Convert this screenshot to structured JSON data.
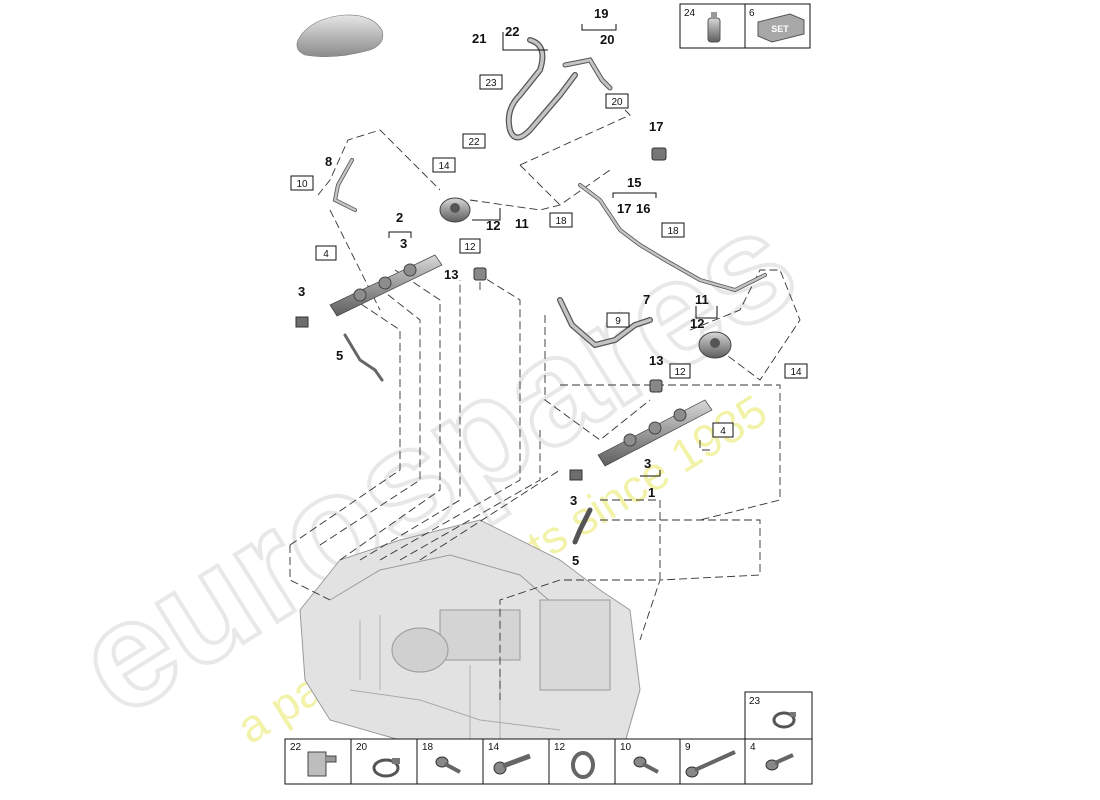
{
  "watermark": {
    "brand": "eurospares",
    "tagline": "a passion for parts since 1985"
  },
  "callouts": {
    "c1": "1",
    "c2": "2",
    "c3a": "3",
    "c3b": "3",
    "c3c": "3",
    "c3d": "3",
    "c5a": "5",
    "c5b": "5",
    "c7": "7",
    "c8": "8",
    "c11a": "11",
    "c11b": "11",
    "c12a": "12",
    "c12b": "12",
    "c13a": "13",
    "c13b": "13",
    "c15": "15",
    "c16": "16",
    "c17a": "17",
    "c17b": "17",
    "c19": "19",
    "c20": "20",
    "c21": "21",
    "c22": "22"
  },
  "boxed_refs": {
    "b4a": "4",
    "b4b": "4",
    "b9": "9",
    "b10": "10",
    "b12a": "12",
    "b12b": "12",
    "b14a": "14",
    "b14b": "14",
    "b18a": "18",
    "b18b": "18",
    "b20": "20",
    "b22": "22",
    "b23": "23"
  },
  "top_legend": [
    {
      "num": "24"
    },
    {
      "num": "6",
      "icon_text": "SET"
    }
  ],
  "bottom_legend": [
    {
      "num": "22",
      "icon": "clamp-icon"
    },
    {
      "num": "20",
      "icon": "hose-clamp-icon"
    },
    {
      "num": "18",
      "icon": "bolt-icon"
    },
    {
      "num": "14",
      "icon": "bolt-long-icon"
    },
    {
      "num": "12",
      "icon": "seal-ring-icon"
    },
    {
      "num": "10",
      "icon": "bolt-icon"
    },
    {
      "num": "9",
      "icon": "bolt-long-icon"
    },
    {
      "num": "4",
      "icon": "bolt-icon"
    }
  ],
  "legend_23": {
    "num": "23",
    "icon": "hose-clamp-icon"
  }
}
